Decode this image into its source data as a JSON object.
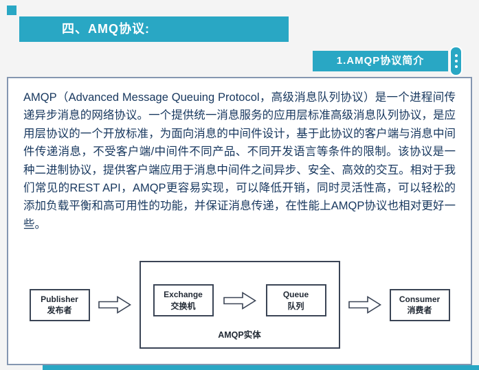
{
  "page": {
    "title_banner": "四、AMQ协议:",
    "section_label": "1.AMQP协议简介"
  },
  "article": {
    "paragraph": "AMQP（Advanced Message Queuing Protocol，高级消息队列协议）是一个进程间传递异步消息的网络协议。一个提供统一消息服务的应用层标准高级消息队列协议，是应用层协议的一个开放标准，为面向消息的中间件设计，基于此协议的客户端与消息中间件传递消息，不受客户端/中间件不同产品、不同开发语言等条件的限制。该协议是一种二进制协议，提供客户端应用于消息中间件之间异步、安全、高效的交互。相对于我们常见的REST API，AMQP更容易实现，可以降低开销，同时灵活性高，可以轻松的添加负载平衡和高可用性的功能，并保证消息传递，在性能上AMQP协议也相对更好一些。"
  },
  "diagram": {
    "nodes": [
      {
        "en": "Publisher",
        "zh": "发布者"
      },
      {
        "en": "Exchange",
        "zh": "交换机"
      },
      {
        "en": "Queue",
        "zh": "队列"
      },
      {
        "en": "Consumer",
        "zh": "消费者"
      }
    ],
    "group_label": "AMQP实体"
  },
  "colors": {
    "accent": "#29a7c4",
    "text_primary": "#17375e",
    "box_border": "#8496b0",
    "diagram_border": "#3a4455"
  }
}
